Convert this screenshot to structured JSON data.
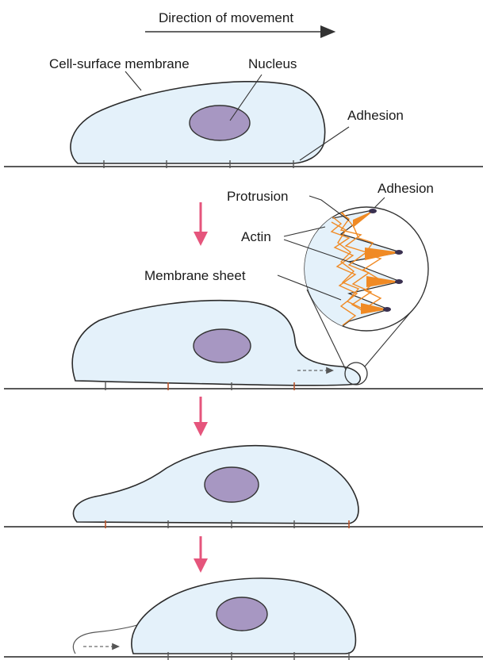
{
  "labels": {
    "direction": "Direction of movement",
    "cell_surface_membrane": "Cell-surface membrane",
    "nucleus": "Nucleus",
    "adhesion_top": "Adhesion",
    "protrusion": "Protrusion",
    "adhesion_inset": "Adhesion",
    "actin": "Actin",
    "membrane_sheet": "Membrane sheet"
  },
  "colors": {
    "cell_fill": "#e4f1fa",
    "nucleus_fill": "#a797c2",
    "step_arrow": "#e5557c",
    "actin": "#f08a24",
    "adhesion_tip": "#3a3050"
  }
}
